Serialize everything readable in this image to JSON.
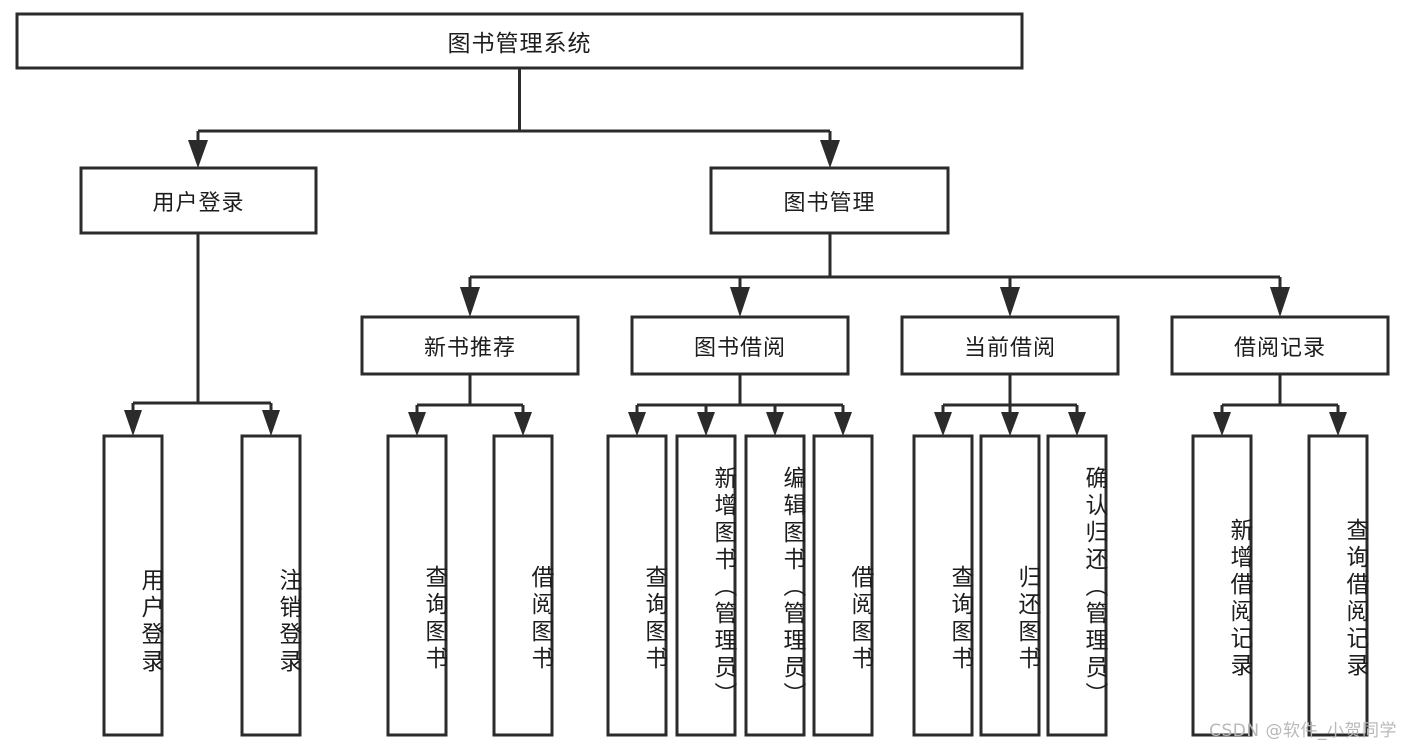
{
  "diagram": {
    "type": "tree-hierarchy-chart",
    "title": "图书管理系统",
    "colors": {
      "background": "#ffffff",
      "box_fill": "#ffffff",
      "box_stroke": "#2b2b2b",
      "text": "#1d1d1d",
      "watermark": "#b9b9b9"
    },
    "levels": {
      "root": {
        "label": "图书管理系统",
        "orientation": "horizontal"
      },
      "level2": [
        {
          "label": "用户登录",
          "orientation": "horizontal"
        },
        {
          "label": "图书管理",
          "orientation": "horizontal"
        }
      ],
      "level3": [
        {
          "label": "新书推荐",
          "orientation": "horizontal"
        },
        {
          "label": "图书借阅",
          "orientation": "horizontal"
        },
        {
          "label": "当前借阅",
          "orientation": "horizontal"
        },
        {
          "label": "借阅记录",
          "orientation": "horizontal"
        }
      ],
      "leaves": [
        {
          "label": "用户登录",
          "orientation": "vertical",
          "parent": "用户登录"
        },
        {
          "label": "注销登录",
          "orientation": "vertical",
          "parent": "用户登录"
        },
        {
          "label": "查询图书",
          "orientation": "vertical",
          "parent": "新书推荐"
        },
        {
          "label": "借阅图书",
          "orientation": "vertical",
          "parent": "新书推荐"
        },
        {
          "label": "查询图书",
          "orientation": "vertical",
          "parent": "图书借阅"
        },
        {
          "label": "新增图书（管理员）",
          "orientation": "vertical",
          "parent": "图书借阅"
        },
        {
          "label": "编辑图书（管理员）",
          "orientation": "vertical",
          "parent": "图书借阅"
        },
        {
          "label": "借阅图书",
          "orientation": "vertical",
          "parent": "图书借阅"
        },
        {
          "label": "查询图书",
          "orientation": "vertical",
          "parent": "当前借阅"
        },
        {
          "label": "归还图书",
          "orientation": "vertical",
          "parent": "当前借阅"
        },
        {
          "label": "确认归还（管理员）",
          "orientation": "vertical",
          "parent": "当前借阅"
        },
        {
          "label": "新增借阅记录",
          "orientation": "vertical",
          "parent": "借阅记录"
        },
        {
          "label": "查询借阅记录",
          "orientation": "vertical",
          "parent": "借阅记录"
        }
      ]
    }
  },
  "watermark": {
    "text": "CSDN @软件_小贺同学"
  }
}
